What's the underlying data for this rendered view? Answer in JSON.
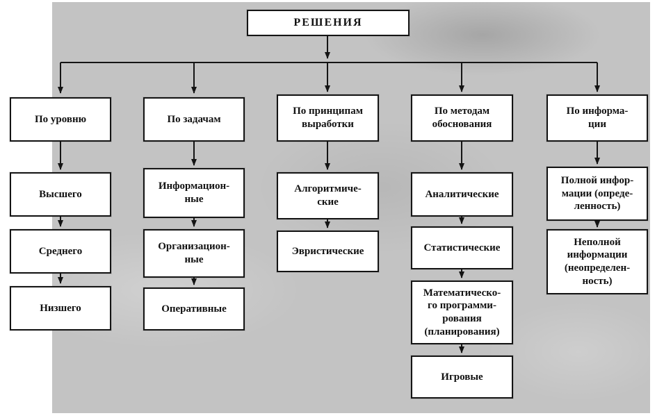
{
  "title": "РЕШЕНИЯ",
  "columns": [
    {
      "header": "По уровню",
      "items": [
        "Высшего",
        "Среднего",
        "Низшего"
      ]
    },
    {
      "header": "По задачам",
      "items": [
        "Информацион-\nные",
        "Организацион-\nные",
        "Оперативные"
      ]
    },
    {
      "header": "По принципам\nвыработки",
      "items": [
        "Алгоритмиче-\nские",
        "Эвристические"
      ]
    },
    {
      "header": "По методам\nобоснования",
      "items": [
        "Аналитические",
        "Статистические",
        "Математическо-\nго программи-\nрования\n(планирования)",
        "Игровые"
      ]
    },
    {
      "header": "По информа-\nции",
      "items": [
        "Полной инфор-\nмации (опреде-\nленность)",
        "Неполной\nинформации\n(неопределен-\nность)"
      ]
    }
  ],
  "colors": {
    "box_border": "#141414",
    "box_fill": "#ffffff",
    "backdrop": "#c3c3c3",
    "line": "#141414"
  }
}
